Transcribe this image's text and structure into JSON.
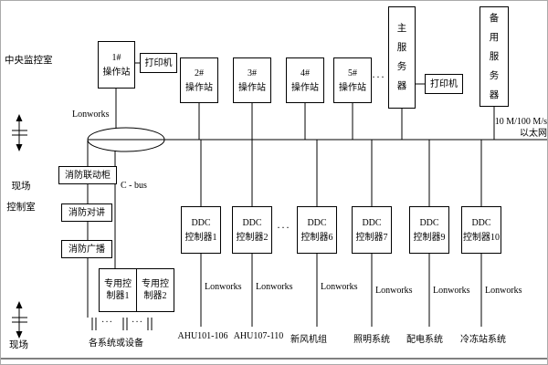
{
  "left": {
    "central_room": "中央监控室",
    "field_ctrl_line1": "现场",
    "field_ctrl_line2": "控制室",
    "field": "现场"
  },
  "network": {
    "lonworks": "Lonworks",
    "cbus": "C - bus",
    "ethernet_line1": "10 M/100 M/s",
    "ethernet_line2": "以太网",
    "dots": "···"
  },
  "stations": [
    {
      "no": "1#",
      "name": "操作站"
    },
    {
      "no": "2#",
      "name": "操作站"
    },
    {
      "no": "3#",
      "name": "操作站"
    },
    {
      "no": "4#",
      "name": "操作站"
    },
    {
      "no": "5#",
      "name": "操作站"
    }
  ],
  "printers": {
    "left": "打印机",
    "right": "打印机"
  },
  "servers": {
    "main": "主服务器",
    "backup": "备用服务器"
  },
  "fire": {
    "linkage": "消防联动柜",
    "intercom": "消防对讲",
    "broadcast": "消防广播"
  },
  "dedicated": [
    {
      "label": "专用控制器1"
    },
    {
      "label": "专用控制器2"
    }
  ],
  "devices_note": "各系统或设备",
  "ddc": [
    {
      "line1": "DDC",
      "line2": "控制器1",
      "lonworks": "Lonworks",
      "system": "AHU101-106"
    },
    {
      "line1": "DDC",
      "line2": "控制器2",
      "lonworks": "Lonworks",
      "system": "AHU107-110"
    },
    {
      "line1": "DDC",
      "line2": "控制器6",
      "lonworks": "Lonworks",
      "system": "新风机组"
    },
    {
      "line1": "DDC",
      "line2": "控制器7",
      "lonworks": "Lonworks",
      "system": "照明系统"
    },
    {
      "line1": "DDC",
      "line2": "控制器9",
      "lonworks": "Lonworks",
      "system": "配电系统"
    },
    {
      "line1": "DDC",
      "line2": "控制器10",
      "lonworks": "Lonworks",
      "system": "冷冻站系统"
    }
  ]
}
